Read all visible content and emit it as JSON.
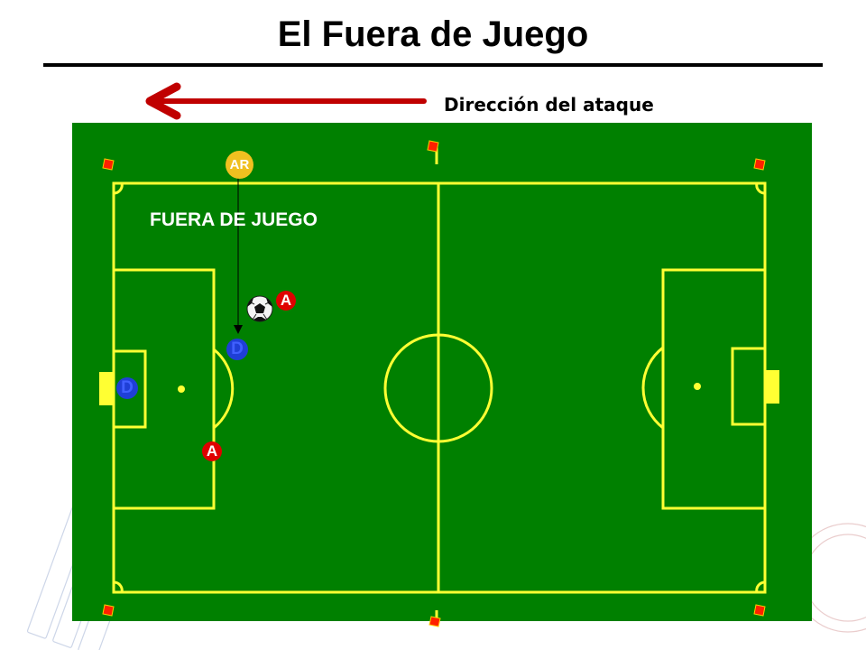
{
  "title": "El Fuera de Juego",
  "attack_direction": {
    "label": "Dirección del ataque",
    "color": "#c00000"
  },
  "offside_label": "FUERA DE JUEGO",
  "pitch": {
    "grass_color": "#008000",
    "line_color": "#ffff33"
  },
  "players": {
    "assistant_referee": {
      "label": "AR",
      "color": "#f0c020"
    },
    "defender_label": "D",
    "attacker_label": "A",
    "defender_color": "#1f3fd6",
    "attacker_color": "#e00000"
  },
  "ball_icon": "soccer-ball-icon",
  "flag_icon": "corner-flag-icon",
  "watermark_colors": [
    "#c8d2e6",
    "#e8c8c8"
  ]
}
